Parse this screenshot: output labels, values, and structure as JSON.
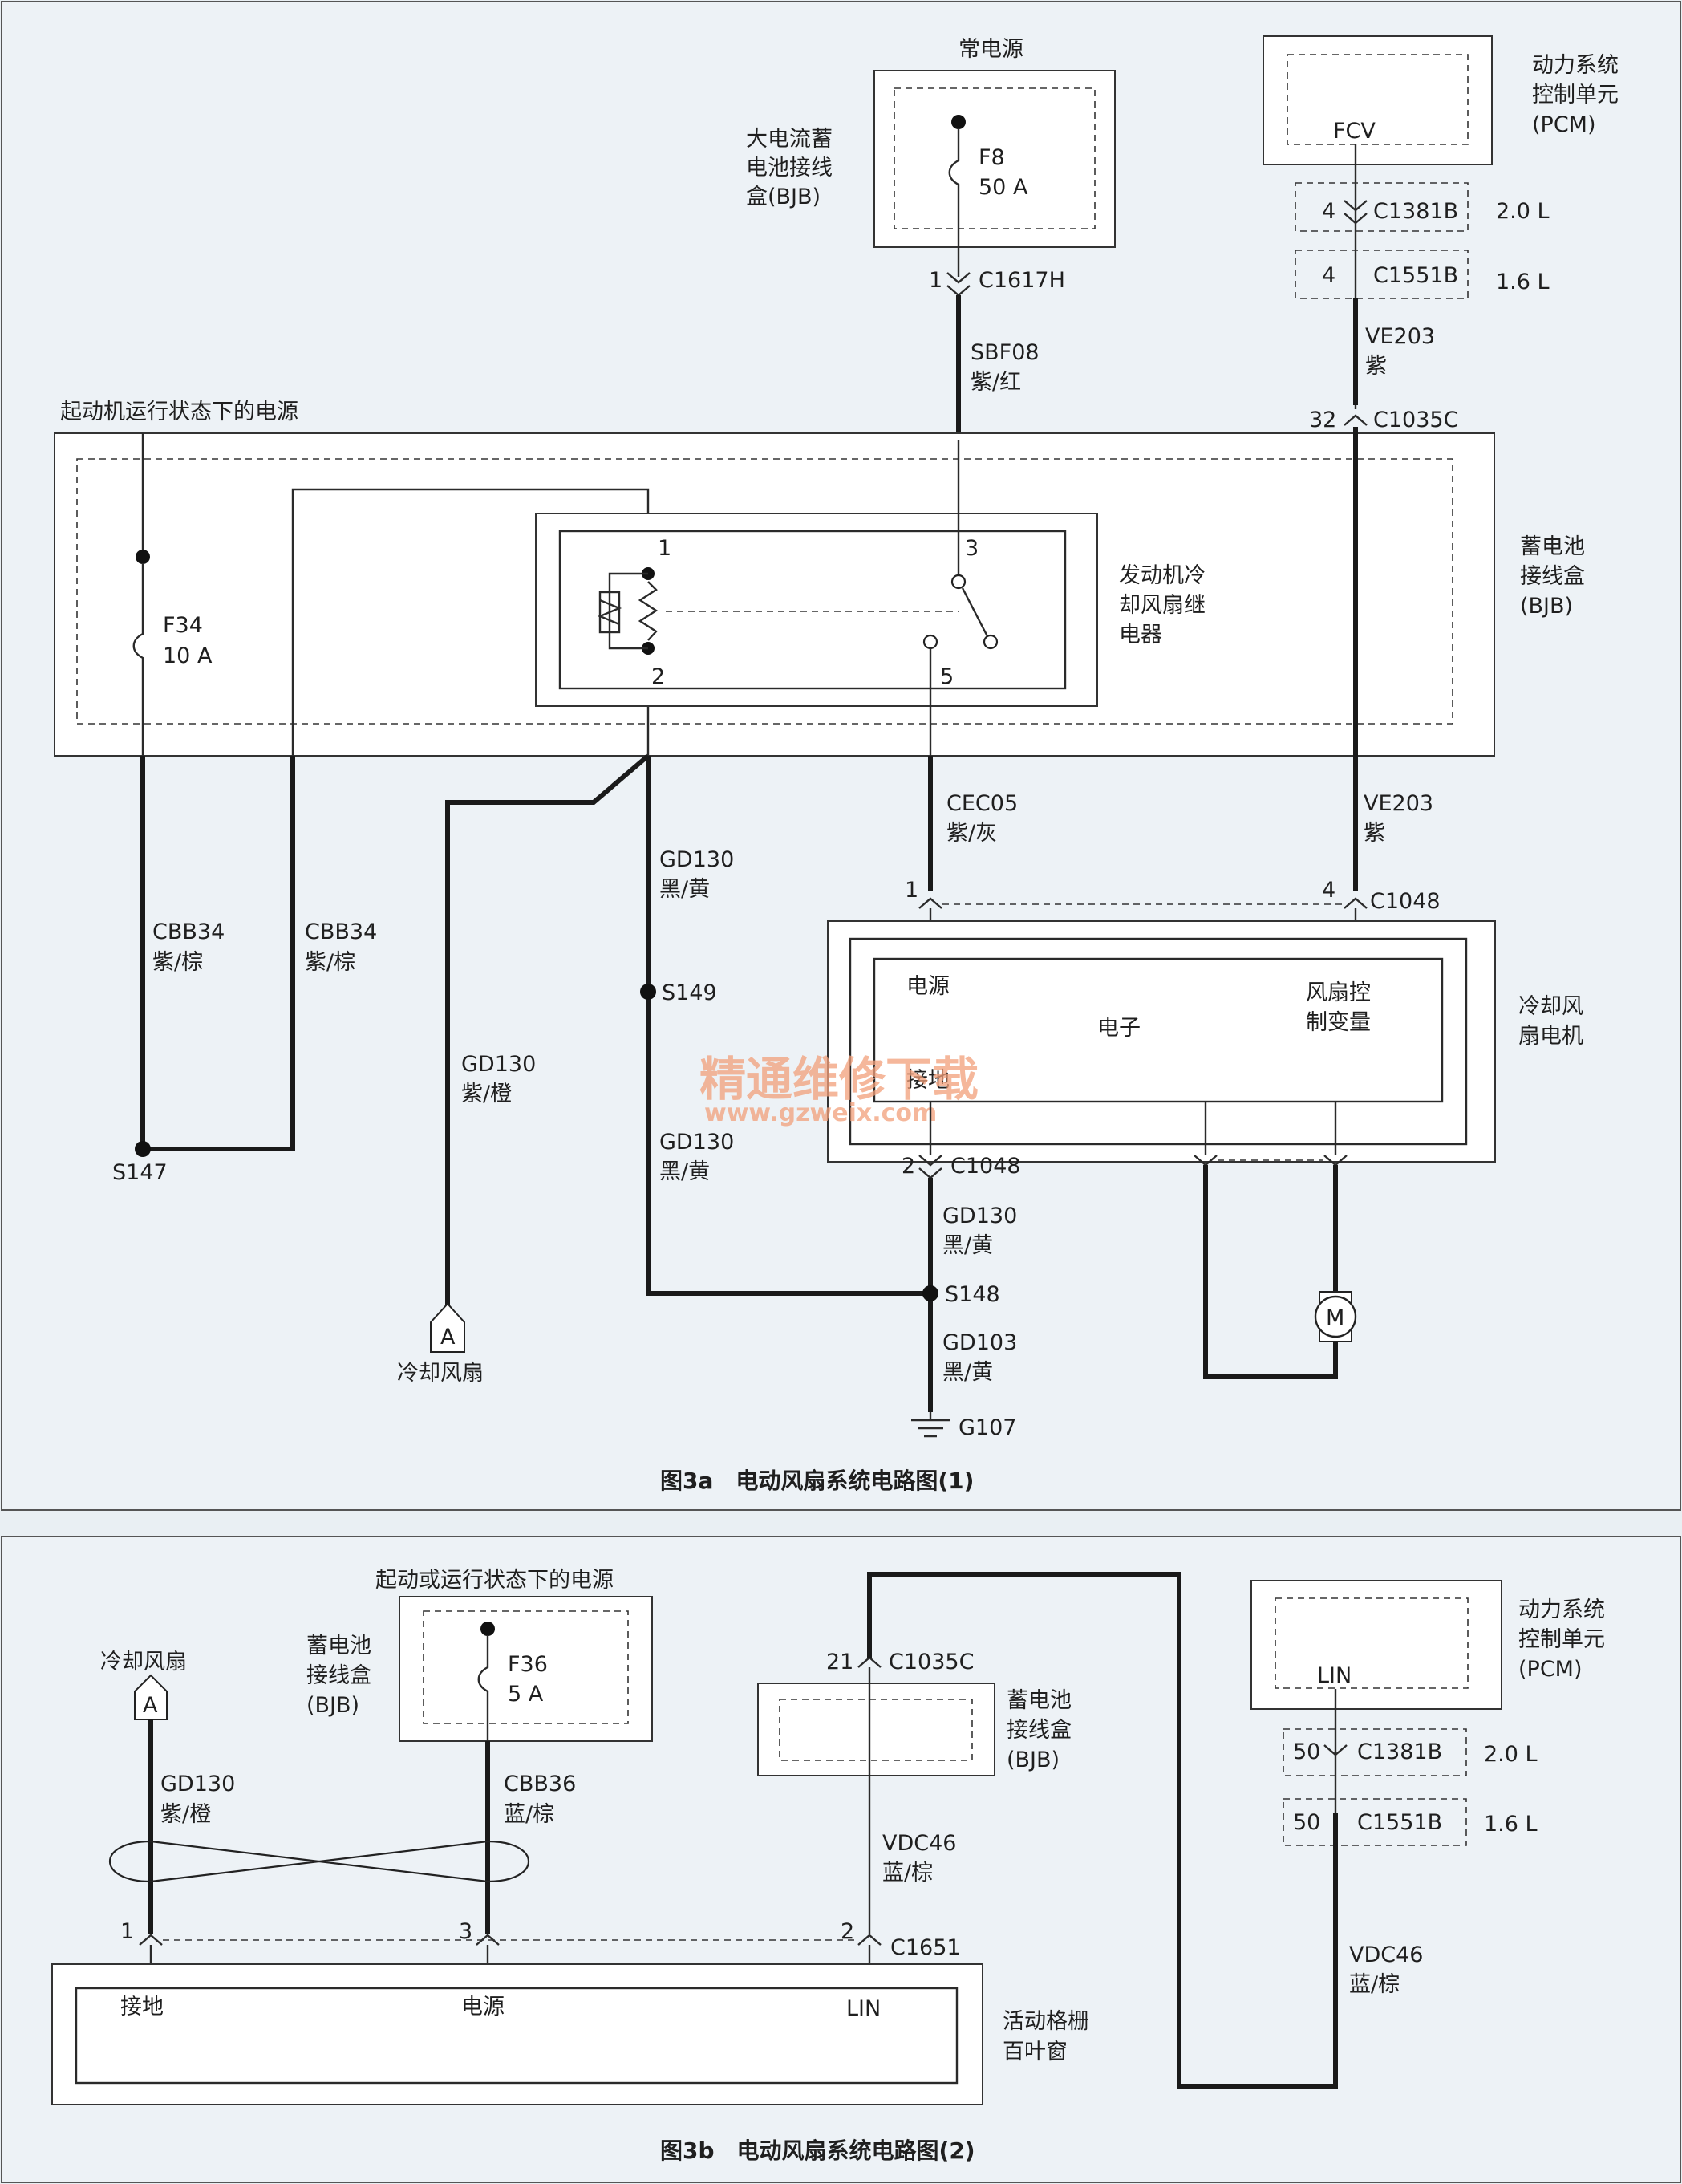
{
  "fig_a": {
    "caption": "图3a　电动风扇系统电路图(1)",
    "always_power": "常电源",
    "bjb_top_label": [
      "大电流蓄",
      "电池接线",
      "盒(BJB)"
    ],
    "f8": "F8",
    "f8_amp": "50 A",
    "c1617h_pin": "1",
    "c1617h": "C1617H",
    "sbf08": "SBF08",
    "sbf08_color": "紫/红",
    "pcm_label": [
      "动力系统",
      "控制单元",
      "(PCM)"
    ],
    "fcv": "FCV",
    "c1381b_pin": "4",
    "c1381b": "C1381B",
    "c1551b_pin": "4",
    "c1551b": "C1551B",
    "engine_20": "2.0 L",
    "engine_16": "1.6 L",
    "ve203_top": "VE203",
    "ve203_top_color": "紫",
    "c1035c_pin": "32",
    "c1035c": "C1035C",
    "starter_power": "起动机运行状态下的电源",
    "bjb_right_label": [
      "蓄电池",
      "接线盒",
      "(BJB)"
    ],
    "f34": "F34",
    "f34_amp": "10 A",
    "relay_pin1": "1",
    "relay_pin2": "2",
    "relay_pin3": "3",
    "relay_pin5": "5",
    "relay_label": [
      "发动机冷",
      "却风扇继",
      "电器"
    ],
    "cbb34_left": "CBB34",
    "cbb34_left_color": "紫/棕",
    "cbb34_right": "CBB34",
    "cbb34_right_color": "紫/棕",
    "s147": "S147",
    "gd130_purple": "GD130",
    "gd130_purple_color": "紫/橙",
    "cooling_fan_connector": "A",
    "cooling_fan_label": "冷却风扇",
    "gd130_1": "GD130",
    "gd130_1_color": "黑/黄",
    "s149": "S149",
    "gd130_2": "GD130",
    "gd130_2_color": "黑/黄",
    "cec05": "CEC05",
    "cec05_color": "紫/灰",
    "ve203_mid": "VE203",
    "ve203_mid_color": "紫",
    "c1048_pin1": "1",
    "c1048_pin4": "4",
    "c1048": "C1048",
    "motor_power": "电源",
    "motor_electronic": "电子",
    "motor_control": [
      "风扇控",
      "制变量"
    ],
    "motor_ground": "接地",
    "motor_label": [
      "冷却风",
      "扇电机"
    ],
    "c1048_pin2": "2",
    "c1048_b": "C1048",
    "gd130_3": "GD130",
    "gd130_3_color": "黑/黄",
    "s148": "S148",
    "gd103": "GD103",
    "gd103_color": "黑/黄",
    "g107": "G107",
    "motor_m": "M",
    "watermark_1": "精通维修下载",
    "watermark_2": "www.gzweix.com"
  },
  "fig_b": {
    "caption": "图3b　电动风扇系统电路图(2)",
    "start_run_power": "起动或运行状态下的电源",
    "cooling_fan_label": "冷却风扇",
    "cooling_fan_connector": "A",
    "bjb_left_label": [
      "蓄电池",
      "接线盒",
      "(BJB)"
    ],
    "f36": "F36",
    "f36_amp": "5 A",
    "gd130": "GD130",
    "gd130_color": "紫/橙",
    "cbb36": "CBB36",
    "cbb36_color": "蓝/棕",
    "c1035c_pin": "21",
    "c1035c": "C1035C",
    "bjb_mid_label": [
      "蓄电池",
      "接线盒",
      "(BJB)"
    ],
    "vdc46_left": "VDC46",
    "vdc46_left_color": "蓝/棕",
    "pcm_label": [
      "动力系统",
      "控制单元",
      "(PCM)"
    ],
    "lin_pcm": "LIN",
    "c1381b_pin": "50",
    "c1381b": "C1381B",
    "c1551b_pin": "50",
    "c1551b": "C1551B",
    "engine_20": "2.0 L",
    "engine_16": "1.6 L",
    "vdc46_right": "VDC46",
    "vdc46_right_color": "蓝/棕",
    "c1651_pin1": "1",
    "c1651_pin3": "3",
    "c1651_pin2": "2",
    "c1651": "C1651",
    "shutter_ground": "接地",
    "shutter_power": "电源",
    "shutter_lin": "LIN",
    "shutter_label": [
      "活动格栅",
      "百叶窗"
    ]
  }
}
